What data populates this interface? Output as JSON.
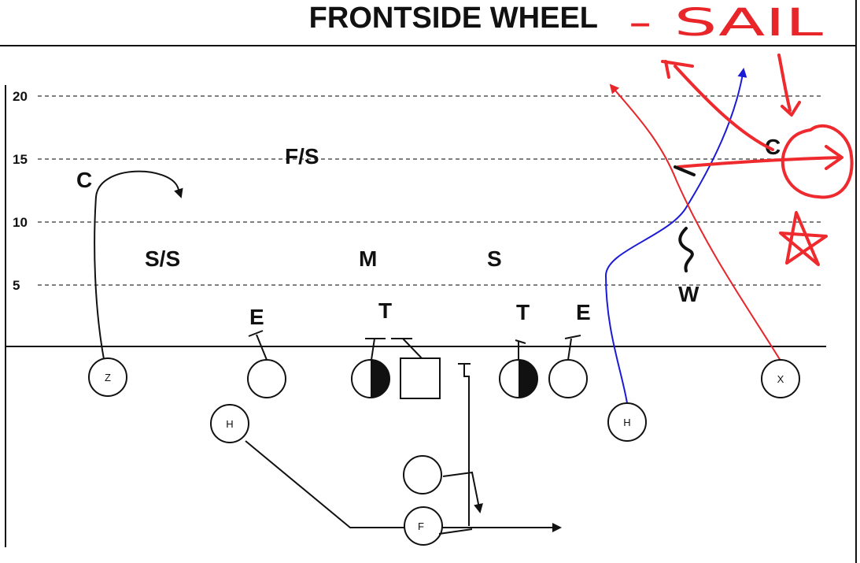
{
  "diagram": {
    "title": "FRONTSIDE WHEEL",
    "annotation": "- SAIL",
    "yard_markers": [
      "20",
      "15",
      "10",
      "5"
    ],
    "defense": {
      "corner_left": "C",
      "corner_right": "C",
      "free_safety": "F/S",
      "strong_safety": "S/S",
      "mike": "M",
      "sam": "S",
      "will": "W",
      "end_left": "E",
      "tackle_left": "T",
      "tackle_right": "T",
      "end_right": "E"
    },
    "offense": {
      "receiver_z": "Z",
      "receiver_x": "X",
      "back_h_left": "H",
      "back_h_right": "H",
      "fullback": "F"
    }
  }
}
